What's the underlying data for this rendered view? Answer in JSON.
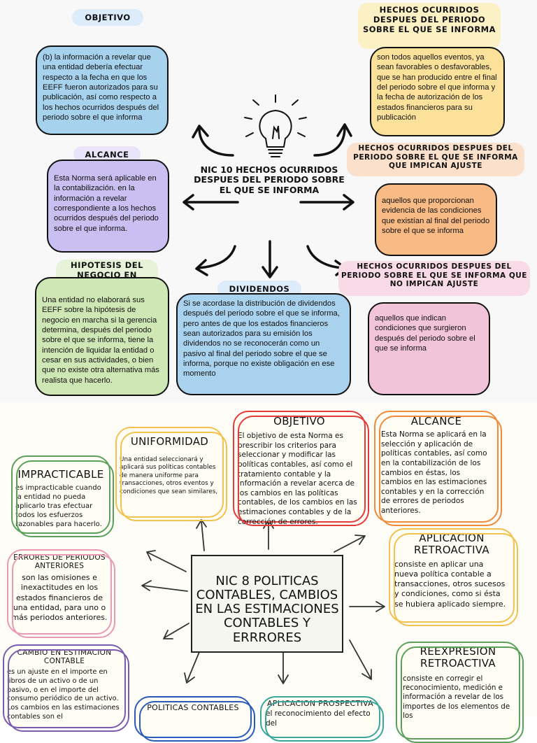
{
  "top": {
    "objetivo": {
      "label": "OBJETIVO",
      "text": "(b) la información a revelar que una entidad debería efectuar respecto a la fecha en que los EEFF fueron autorizados para su publicación, así como respecto a los hechos ocurridos después del periodo sobre el que informa"
    },
    "hechos_ocurridos": {
      "label": "HECHOS OCURRIDOS DESPUES DEL PERIODO SOBRE EL QUE SE INFORMA",
      "text": "son todos aquellos eventos, ya sean favorables o desfavorables, que se han producido entre el final del periodo sobre el que informa y la fecha de autorización de los estados financieros para su publicación"
    },
    "alcance": {
      "label": "ALCANCE",
      "text": "Esta Norma será aplicable en la contabilización. en la información a revelar correspondiente a los hechos ocurridos después del periodo sobre el que informa."
    },
    "center_title": "NIC 10 HECHOS OCURRIDOS DESPUES DEL PERIODO SOBRE EL QUE SE INFORMA",
    "con_ajuste": {
      "label": "HECHOS OCURRIDOS DESPUES DEL PERIODO SOBRE EL QUE SE INFORMA QUE IMPICAN AJUSTE",
      "text": "aquellos que proporcionan evidencia de las condiciones que existían al final del periodo sobre el que se informa"
    },
    "hipotesis": {
      "label": "HIPOTESIS DEL NEGOCIO EN MARCHA",
      "text": "Una entidad no elaborará sus EEFF sobre la hipótesis de negocio en marcha si la gerencia determina, después del periodo sobre el que se informa, tiene la intención de liquidar la entidad o cesar en sus actividades, o bien que no existe otra alternativa más realista que hacerlo."
    },
    "dividendos": {
      "label": "DIVIDENDOS",
      "text": "Si se acordase la distribución de dividendos después del periodo sobre el que se informa, pero antes de que los estados financieros sean autorizados para su emisión los dividendos no se reconocerán como un pasivo al final del periodo sobre el que se informa, porque no existe obligación en ese momento"
    },
    "sin_ajuste": {
      "label": "HECHOS OCURRIDOS DESPUES DEL PERIODO SOBRE EL QUE SE INFORMA QUE NO IMPICAN AJUSTE",
      "text": "aquellos que indican condiciones que surgieron después del periodo sobre el que se informa"
    }
  },
  "bottom": {
    "center_title": "NIC 8 POLITICAS CONTABLES, CAMBIOS EN LAS ESTIMACIONES CONTABLES Y ERRRORES",
    "uniformidad": {
      "label": "UNIFORMIDAD",
      "text": "Una entidad seleccionará y aplicará sus políticas contables de manera uniforme para transacciones, otros eventos y condiciones que sean similares,"
    },
    "objetivo": {
      "label": "OBJETIVO",
      "text": "El objetivo de esta Norma es prescribir los criterios para seleccionar y modificar las políticas contables, así como el tratamiento contable y la información a revelar acerca de los cambios en las políticas contables, de los cambios en las estimaciones contables y de la corrección de errores."
    },
    "alcance": {
      "label": "ALCANCE",
      "text": "Esta Norma se aplicará en la selección y aplicación de políticas contables, así como en la contabilización de los cambios en éstas, los cambios en las estimaciones contables y en la corrección de errores de periodos anteriores."
    },
    "impracticable": {
      "label": "IMPRACTICABLE",
      "text": "es impracticable cuando la entidad no pueda aplicarlo tras efectuar todos los esfuerzos razonables para hacerlo."
    },
    "errores": {
      "label": "ERRORES DE PERIODOS ANTERIORES",
      "text": "son las omisiones e inexactitudes en los estados financieros de una entidad, para uno o más periodos anteriores."
    },
    "aplicacion_retroactiva": {
      "label": "APLICACION RETROACTIVA",
      "text": "consiste en aplicar una nueva política contable a transacciones, otros sucesos y condiciones, como si ésta se hubiera aplicado siempre."
    },
    "cambio_estimacion": {
      "label": "CAMBIO EN ESTIMACION CONTABLE",
      "text": "es un ajuste en el importe en libros de un activo o de un pasivo, o en el importe del consumo periódico de un activo. Los cambios en las estimaciones contables son el"
    },
    "politicas": {
      "label": "POLITICAS CONTABLES"
    },
    "aplicacion_prospectiva": {
      "label": "APLICACION PROSPECTIVA",
      "text": "el reconocimiento del efecto del"
    },
    "reexpresion": {
      "label": "REEXPRESION RETROACTIVA",
      "text": "consiste en corregir el reconocimiento, medición e información a revelar de los importes de los elementos de los"
    }
  },
  "colors": {
    "objetivo_top": "#a6d2ee",
    "hechos_box": "#fbe19a",
    "alcance_top": "#c9bff0",
    "con_ajuste_box": "#f8bb86",
    "hipotesis_box": "#cfe7b4",
    "dividendos_box": "#a8d2ee",
    "sin_ajuste_box": "#f2c4da",
    "sk_red": "#e33a3a",
    "sk_yellow": "#f2c14e",
    "sk_orange": "#ee8a3a",
    "sk_green": "#5aa05a",
    "sk_pink": "#e89ab5",
    "sk_purple": "#7a5bb0",
    "sk_blue": "#2a5ab8",
    "sk_teal": "#3aa59a"
  },
  "icons": [
    "lightbulb-icon",
    "arrow-icon"
  ]
}
